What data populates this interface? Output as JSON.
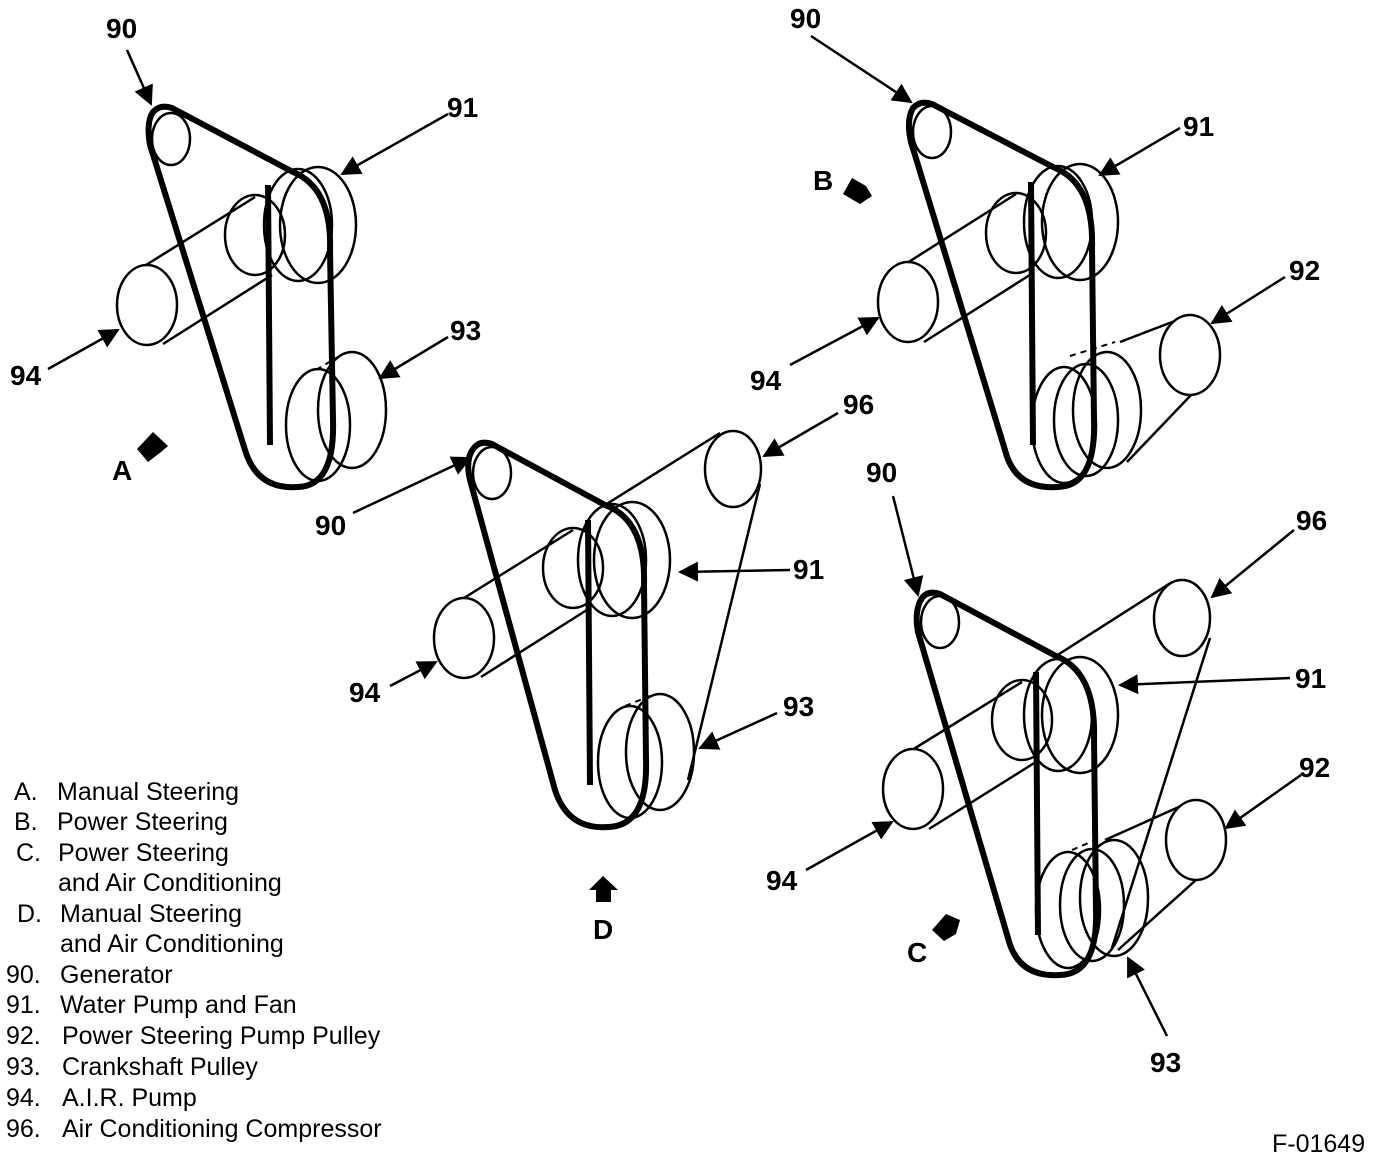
{
  "views": {
    "a": {
      "letter": "A",
      "callouts": {
        "c90": "90",
        "c91": "91",
        "c93": "93",
        "c94": "94"
      }
    },
    "b": {
      "letter": "B",
      "callouts": {
        "c90": "90",
        "c91": "91",
        "c92": "92",
        "c94": "94"
      }
    },
    "c": {
      "letter": "C",
      "callouts": {
        "c90": "90",
        "c91": "91",
        "c92": "92",
        "c93": "93",
        "c94": "94",
        "c96": "96"
      }
    },
    "d": {
      "letter": "D",
      "callouts": {
        "c90": "90",
        "c91": "91",
        "c93": "93",
        "c94": "94",
        "c96": "96"
      }
    }
  },
  "legend": [
    {
      "key": "A.",
      "text": [
        "Manual Steering"
      ]
    },
    {
      "key": "B.",
      "text": [
        "Power Steering"
      ]
    },
    {
      "key": "C.",
      "text": [
        "Power Steering",
        "and Air Conditioning"
      ]
    },
    {
      "key": "D.",
      "text": [
        "Manual Steering",
        "and Air Conditioning"
      ]
    },
    {
      "key": "90.",
      "text": [
        "Generator"
      ]
    },
    {
      "key": "91.",
      "text": [
        "Water Pump and Fan"
      ]
    },
    {
      "key": "92.",
      "text": [
        "Power Steering Pump Pulley"
      ]
    },
    {
      "key": "93.",
      "text": [
        "Crankshaft Pulley"
      ]
    },
    {
      "key": "94.",
      "text": [
        "A.I.R. Pump"
      ]
    },
    {
      "key": "96.",
      "text": [
        "Air Conditioning Compressor"
      ]
    }
  ],
  "figure_id": "F-01649"
}
